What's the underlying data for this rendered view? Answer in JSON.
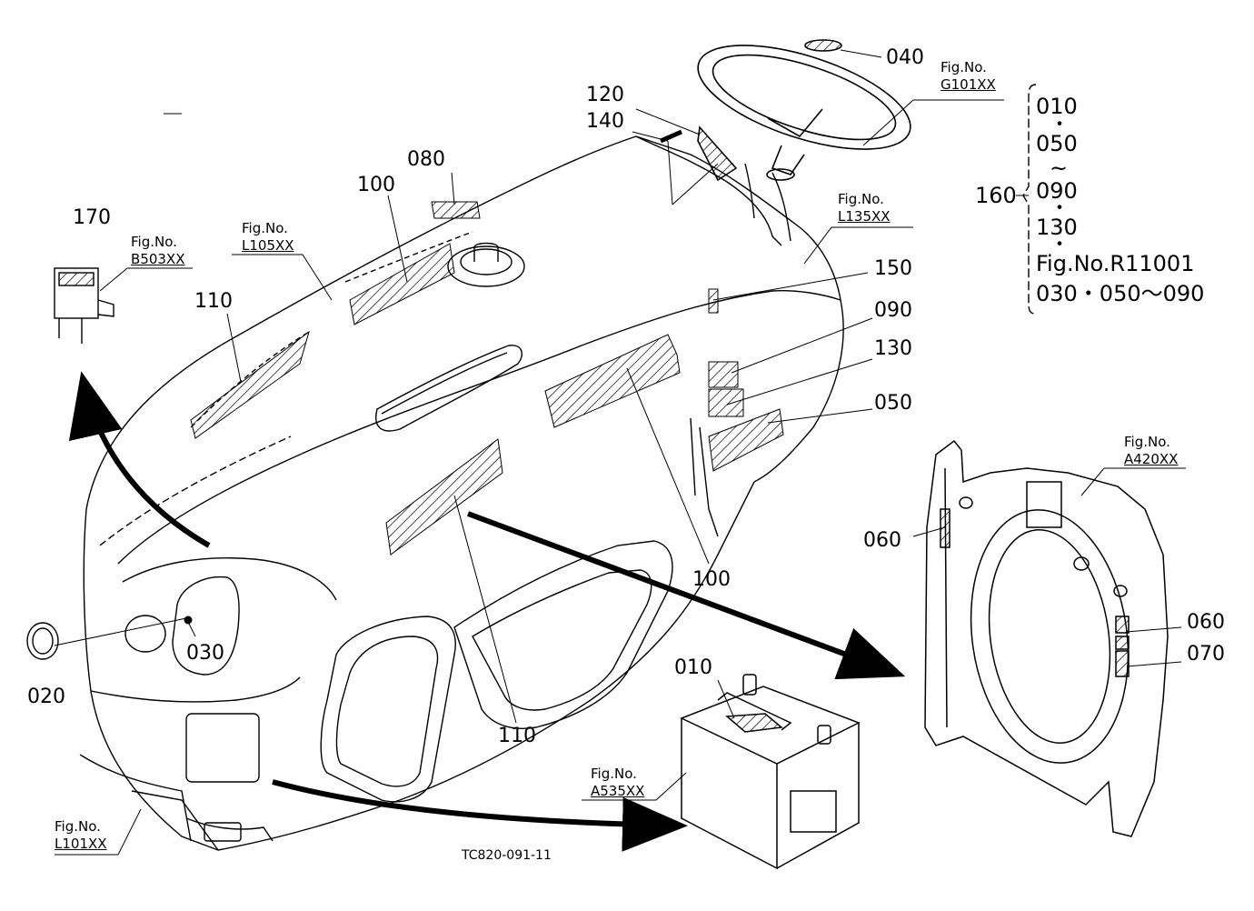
{
  "diagram_code": "TC820-091-11",
  "callouts": {
    "c010": "010",
    "c020": "020",
    "c030": "030",
    "c040": "040",
    "c050": "050",
    "c060a": "060",
    "c060b": "060",
    "c070": "070",
    "c080": "080",
    "c090": "090",
    "c100a": "100",
    "c100b": "100",
    "c110a": "110",
    "c110b": "110",
    "c120": "120",
    "c130": "130",
    "c140": "140",
    "c150": "150",
    "c160": "160",
    "c170": "170"
  },
  "fig_refs": {
    "prefix": "Fig.No.",
    "g101": "G101XX",
    "l135": "L135XX",
    "l105": "L105XX",
    "b503": "B503XX",
    "a420": "A420XX",
    "a535": "A535XX",
    "l101": "L101XX"
  },
  "set_note": {
    "l1": "010",
    "l2": "050",
    "l3": "~",
    "l4": "090",
    "l5": "130",
    "l6": "Fig.No.R11001",
    "l7": "030・050～090",
    "sep": "・"
  }
}
